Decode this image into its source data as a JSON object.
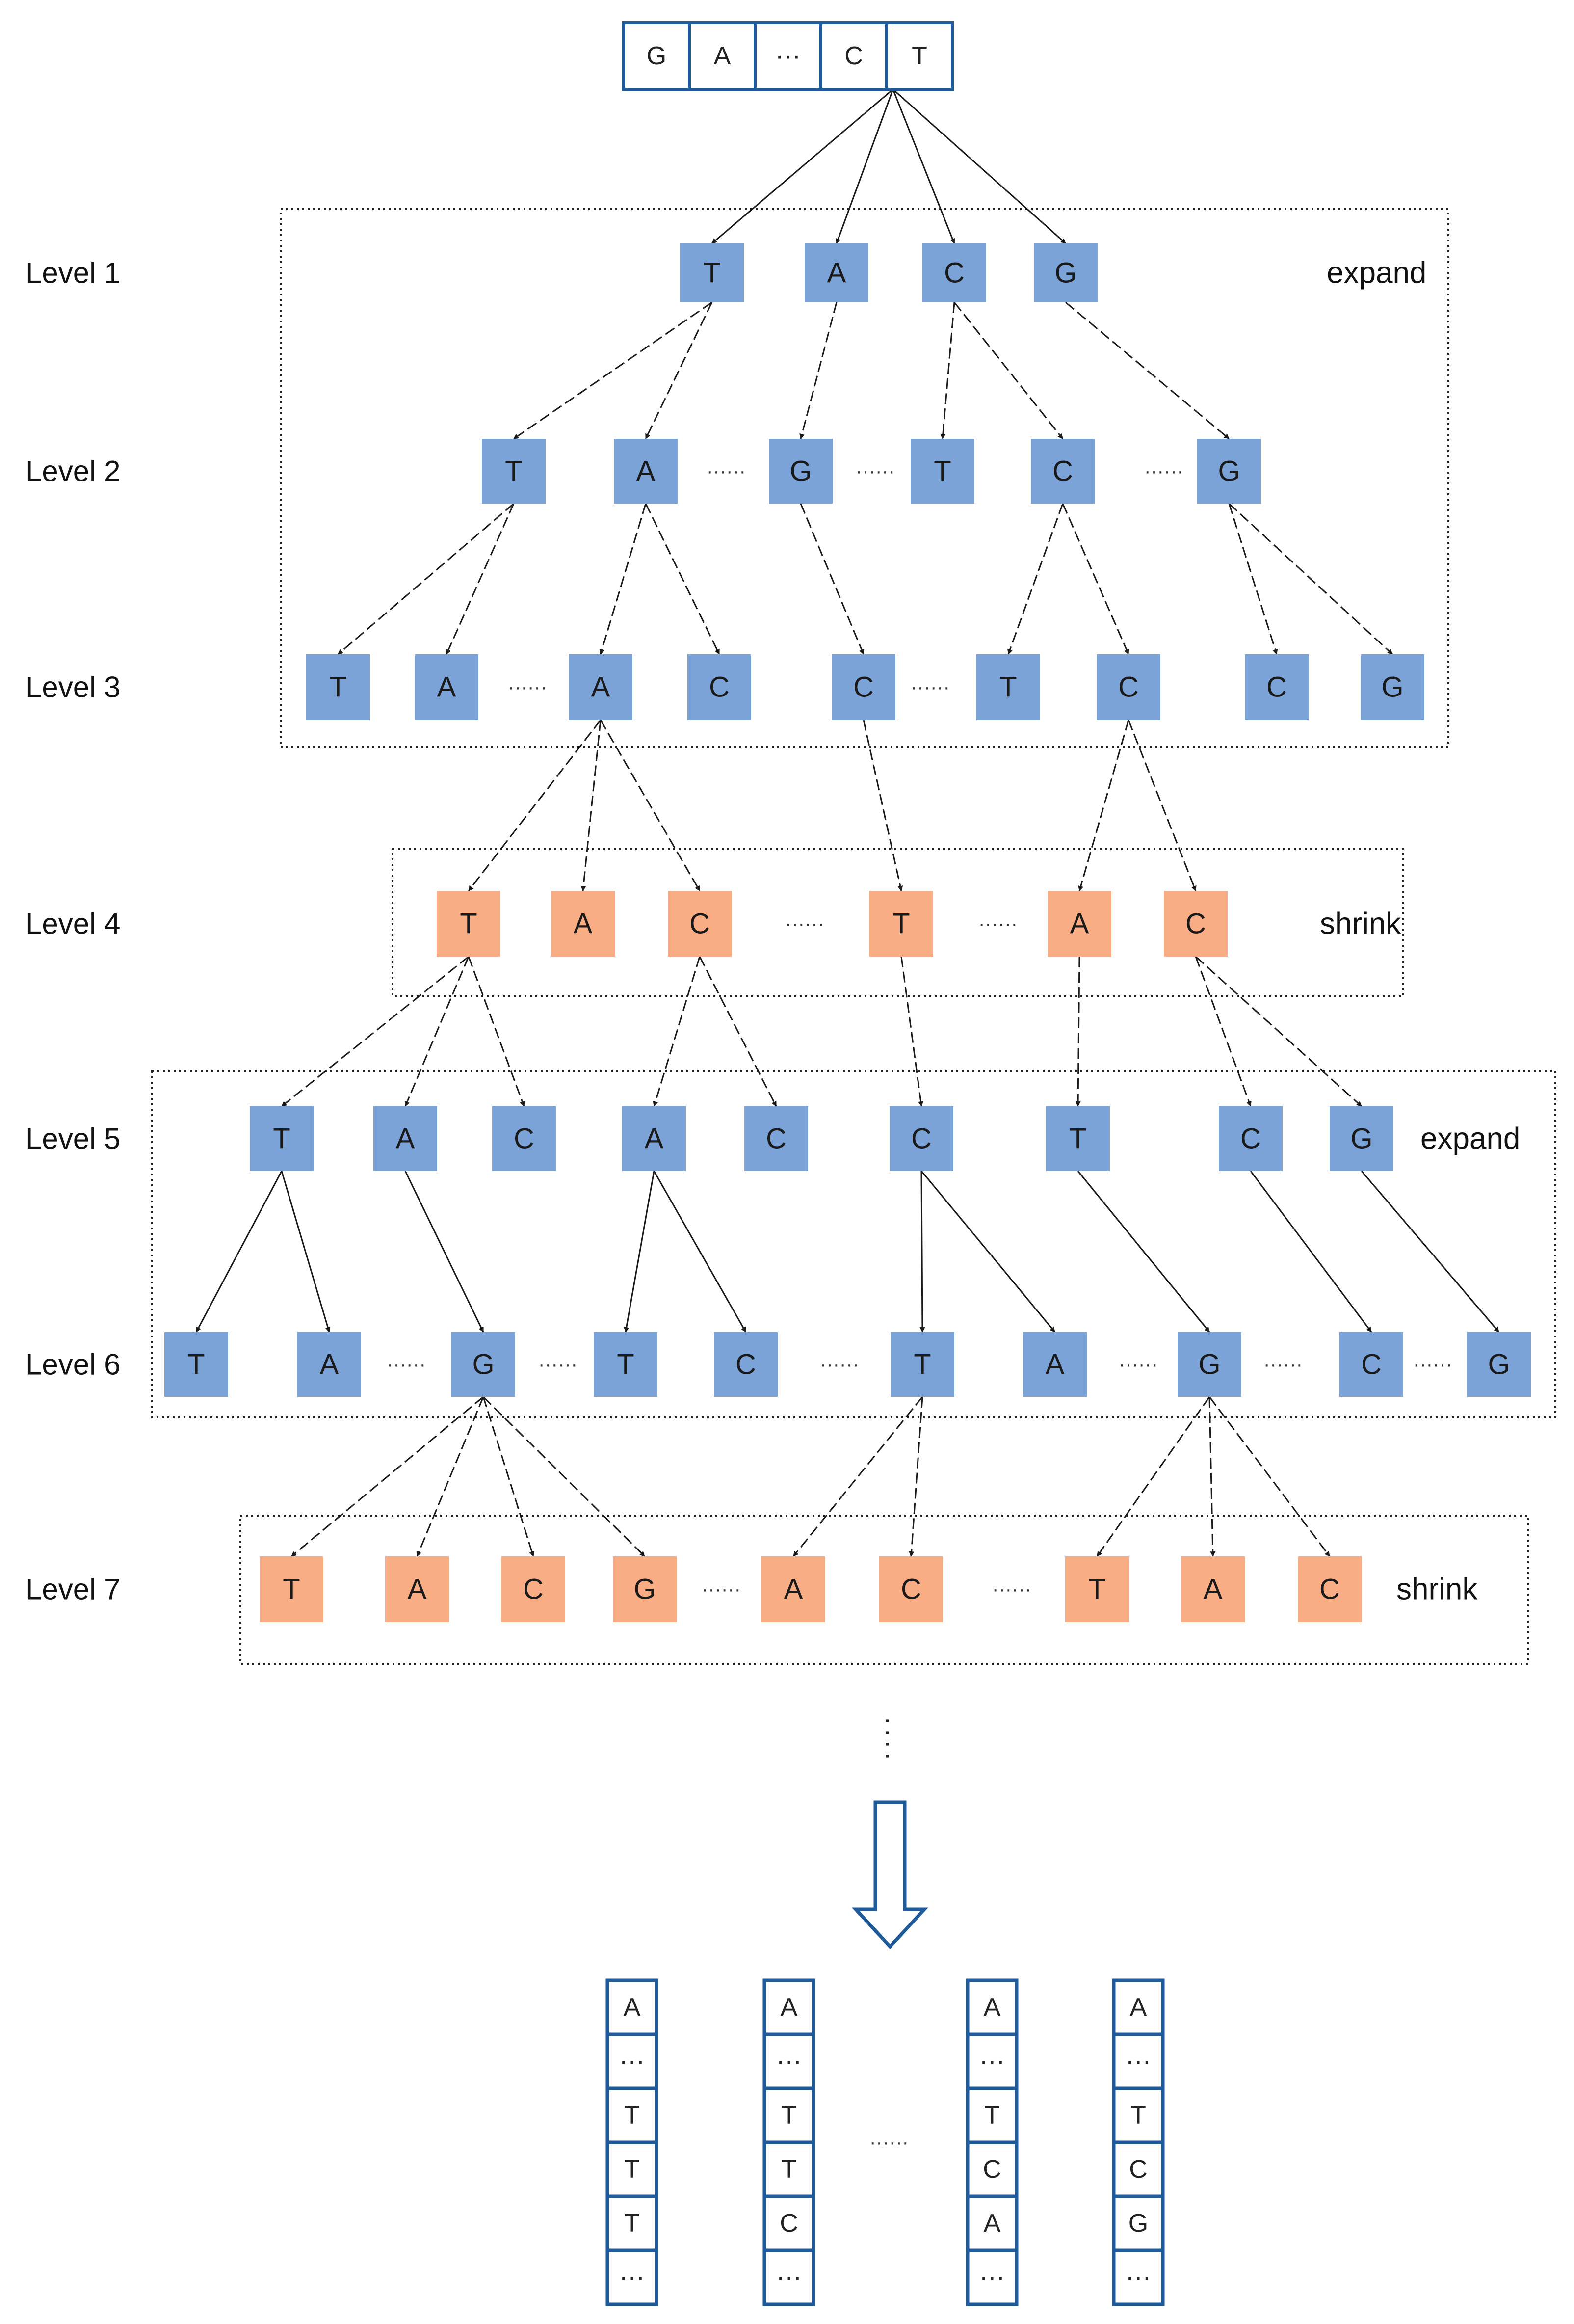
{
  "input_sequence": [
    "G",
    "A",
    "···",
    "C",
    "T"
  ],
  "levels": [
    {
      "label": "Level 1",
      "phase": "expand",
      "nodes": [
        "T",
        "A",
        "C",
        "G"
      ]
    },
    {
      "label": "Level 2",
      "phase": "",
      "nodes": [
        "T",
        "A",
        "······",
        "G",
        "······",
        "T",
        "C",
        "······",
        "G"
      ]
    },
    {
      "label": "Level 3",
      "phase": "",
      "nodes": [
        "T",
        "A",
        "······",
        "A",
        "C",
        "C",
        "······",
        "T",
        "C",
        "C",
        "G"
      ]
    },
    {
      "label": "Level 4",
      "phase": "shrink",
      "nodes": [
        "T",
        "A",
        "C",
        "······",
        "T",
        "······",
        "A",
        "C"
      ]
    },
    {
      "label": "Level 5",
      "phase": "expand",
      "nodes": [
        "T",
        "A",
        "C",
        "A",
        "C",
        "C",
        "T",
        "C",
        "G"
      ]
    },
    {
      "label": "Level 6",
      "phase": "",
      "nodes": [
        "T",
        "A",
        "······",
        "G",
        "······",
        "T",
        "C",
        "······",
        "T",
        "A",
        "······",
        "G",
        "······",
        "C",
        "······",
        "G"
      ]
    },
    {
      "label": "Level 7",
      "phase": "shrink",
      "nodes": [
        "T",
        "A",
        "C",
        "G",
        "······",
        "A",
        "C",
        "······",
        "T",
        "A",
        "C"
      ]
    }
  ],
  "continuation": "····",
  "output_sequences": [
    [
      "A",
      "···",
      "T",
      "T",
      "T",
      "···"
    ],
    [
      "A",
      "···",
      "T",
      "T",
      "C",
      "···"
    ],
    [
      "A",
      "···",
      "T",
      "C",
      "A",
      "···"
    ],
    [
      "A",
      "···",
      "T",
      "C",
      "G",
      "···"
    ]
  ],
  "output_gap": "······",
  "colors": {
    "expand_node": "#7ba3d8",
    "shrink_node": "#f8ad84",
    "sequence_border": "#1f5a9a",
    "edge": "#1a1a1a",
    "group_border": "#222222"
  }
}
